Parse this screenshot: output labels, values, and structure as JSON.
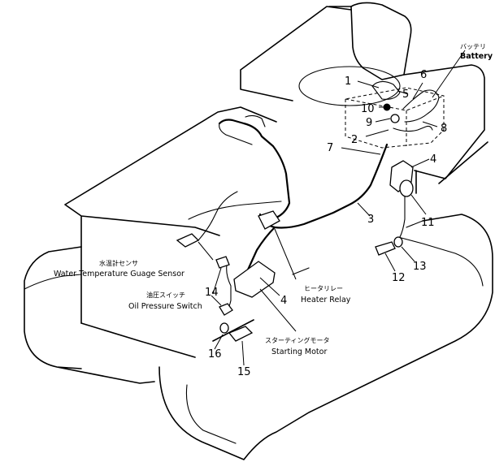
{
  "labels": {
    "battery_jp": "バッテリ",
    "battery_en": "Battery",
    "water_temp_jp": "水温計センサ",
    "water_temp_en": "Water Temperature Guage Sensor",
    "oil_pressure_jp": "油圧スイッチ",
    "oil_pressure_en": "Oil Pressure Switch",
    "heater_relay_jp": "ヒータリレー",
    "heater_relay_en": "Heater Relay",
    "starting_motor_jp": "スターティングモータ",
    "starting_motor_en": "Starting Motor"
  },
  "callouts": {
    "c1": "1",
    "c2": "2",
    "c3": "3",
    "c4a": "4",
    "c4b": "4",
    "c5": "5",
    "c6": "6",
    "c7": "7",
    "c8": "8",
    "c9": "9",
    "c10": "10",
    "c11": "11",
    "c12": "12",
    "c13": "13",
    "c14": "14",
    "c15": "15",
    "c16": "16"
  }
}
